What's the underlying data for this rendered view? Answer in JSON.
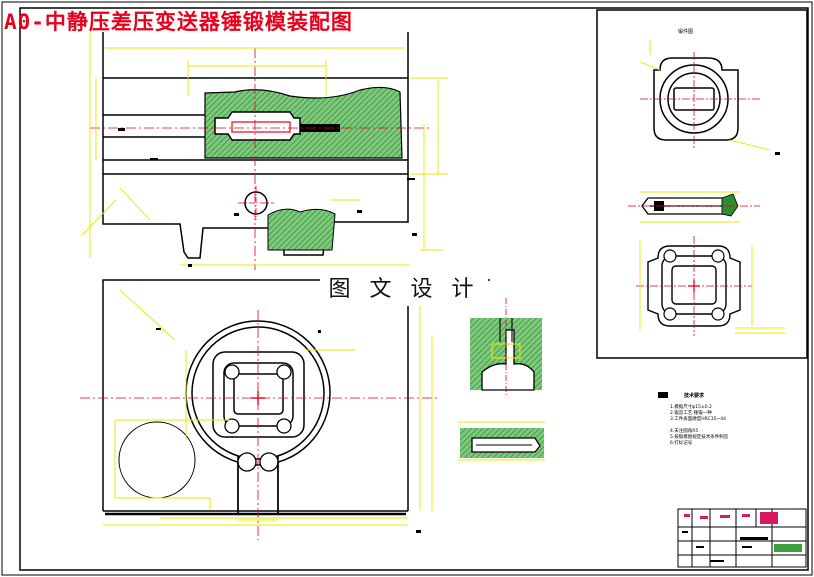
{
  "drawing_title": "A0-中静压差压变送器锤锻模装配图",
  "watermark": "图 文 设 计",
  "part_view_title": "锻件图",
  "tech_requirements": {
    "heading": "技术要求",
    "items": [
      "1.模锻尺寸φ15±0.2",
      "2.锻造工艺:锤锻一种",
      "3.工件表面硬度HRC35~44",
      "4.未注圆角R5",
      "5.按锻模图规定技术条件制造",
      "6.打标记号"
    ]
  },
  "colors": {
    "title": "#e8001c",
    "outline": "#000000",
    "dimension": "#e8e800",
    "hatch": "#3aa23a",
    "center_line": "#e8001c"
  }
}
